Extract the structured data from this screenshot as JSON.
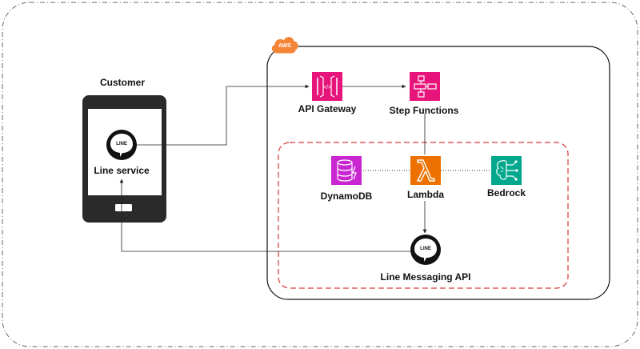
{
  "customer": {
    "label": "Customer"
  },
  "phone": {
    "app_label": "Line service",
    "badge_text": "LINE"
  },
  "aws": {
    "badge": "AWS"
  },
  "services": {
    "api_gateway": {
      "label": "API Gateway",
      "color": "#E7157B"
    },
    "step_functions": {
      "label": "Step Functions",
      "color": "#E7157B"
    },
    "dynamodb": {
      "label": "DynamoDB",
      "color": "#C925D1"
    },
    "lambda": {
      "label": "Lambda",
      "color": "#ED7100"
    },
    "bedrock": {
      "label": "Bedrock",
      "color": "#01A88D"
    },
    "line_messaging": {
      "label": "Line Messaging API",
      "badge_text": "LINE"
    }
  },
  "colors": {
    "aws_orange": "#F58536",
    "dashed_red": "#D9383A"
  }
}
